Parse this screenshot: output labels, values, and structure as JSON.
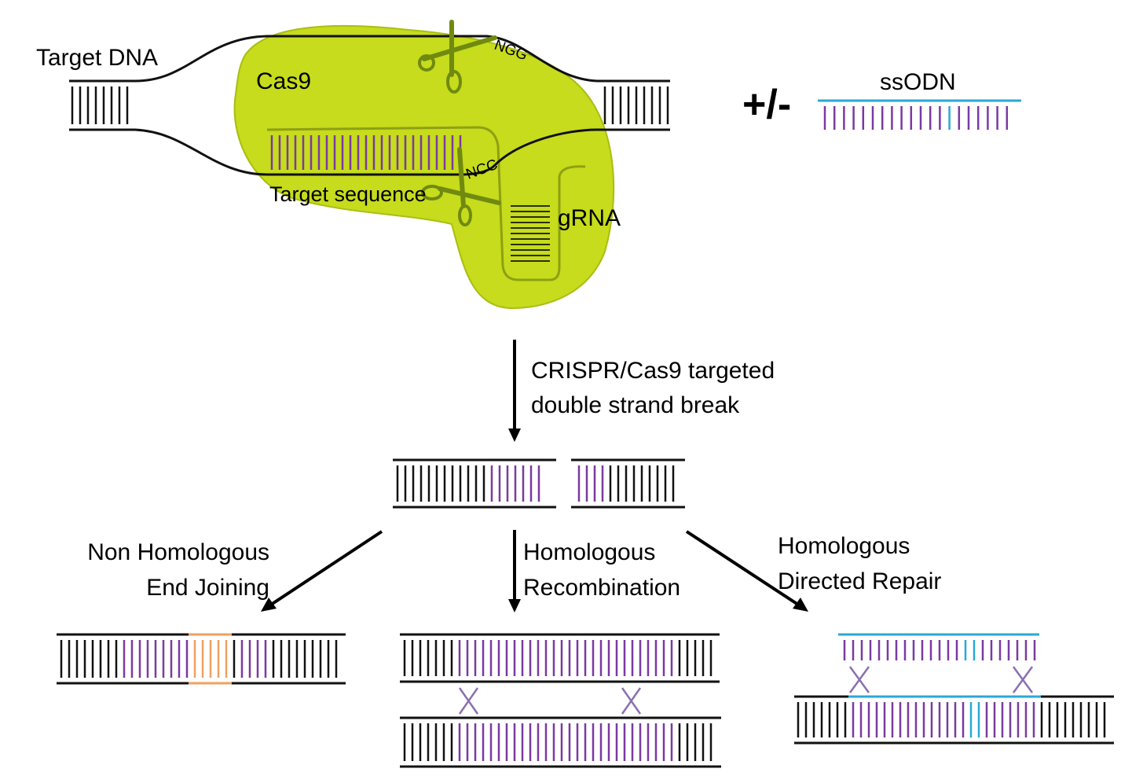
{
  "labels": {
    "target_dna": "Target DNA",
    "cas9": "Cas9",
    "ngg": "NGG",
    "ncc": "NCC",
    "target_sequence": "Target sequence",
    "grna": "gRNA",
    "plus_minus": "+/-",
    "ssodn": "ssODN",
    "dsb_line1": "CRISPR/Cas9 targeted",
    "dsb_line2": "double strand break",
    "nhej_line1": "Non Homologous",
    "nhej_line2": "End Joining",
    "hr_line1": "Homologous",
    "hr_line2": "Recombination",
    "hdr_line1": "Homologous",
    "hdr_line2": "Directed Repair"
  },
  "colors": {
    "cas9_fill": "#c6dc1c",
    "cas9_edge": "#a9be12",
    "dna_black": "#111111",
    "target_purple": "#7a3aa0",
    "donor_blue": "#2aa8d6",
    "insert_orange": "#f0a060",
    "cross_purple": "#8a70b0"
  }
}
